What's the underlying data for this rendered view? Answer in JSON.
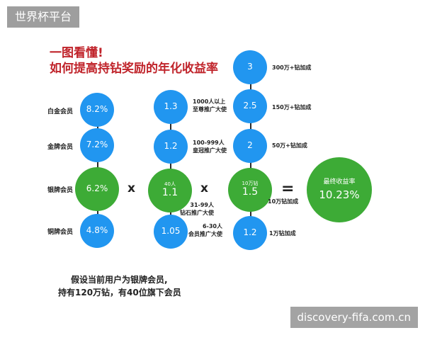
{
  "overlays": {
    "top_badge": "世界杯平台",
    "watermark": "discovery-fifa.com.cn"
  },
  "header": {
    "line1": "一图看懂!",
    "line2": "如何提高持钻奖励的年化收益率"
  },
  "membership": [
    {
      "label": "白金会员",
      "value": "8.2%"
    },
    {
      "label": "金牌会员",
      "value": "7.2%"
    },
    {
      "label": "银牌会员",
      "value": "6.2%",
      "selected": true
    },
    {
      "label": "铜牌会员",
      "value": "4.8%"
    }
  ],
  "referral": [
    {
      "value": "1.3",
      "note": [
        "1000人以上",
        "至尊推广大使"
      ]
    },
    {
      "value": "1.2",
      "note": [
        "100-999人",
        "皇冠推广大使"
      ]
    },
    {
      "value": "1.1",
      "small": "40人",
      "note": [
        "31-99人",
        "钻石推广大使"
      ],
      "selected": true
    },
    {
      "value": "1.05",
      "note": [
        "6-30人",
        "会员推广大使"
      ]
    }
  ],
  "holding": [
    {
      "value": "3",
      "note": "300万+钻加成"
    },
    {
      "value": "2.5",
      "note": "150万+钻加成"
    },
    {
      "value": "2",
      "note": "50万+钻加成"
    },
    {
      "value": "1.5",
      "small": "10万钻",
      "note": "10万钻加成",
      "selected": true
    },
    {
      "value": "1.2",
      "note": "1万钻加成"
    }
  ],
  "operators": {
    "times1": "x",
    "times2": "x",
    "equals": "="
  },
  "result": {
    "label": "最终收益率",
    "value": "10.23%"
  },
  "footer": {
    "line1": "假设当前用户为银牌会员,",
    "line2": "持有120万钻，有40位旗下会员"
  },
  "colors": {
    "blue": "#2196f0",
    "green": "#3dab36",
    "title_red": "#c0242b"
  }
}
